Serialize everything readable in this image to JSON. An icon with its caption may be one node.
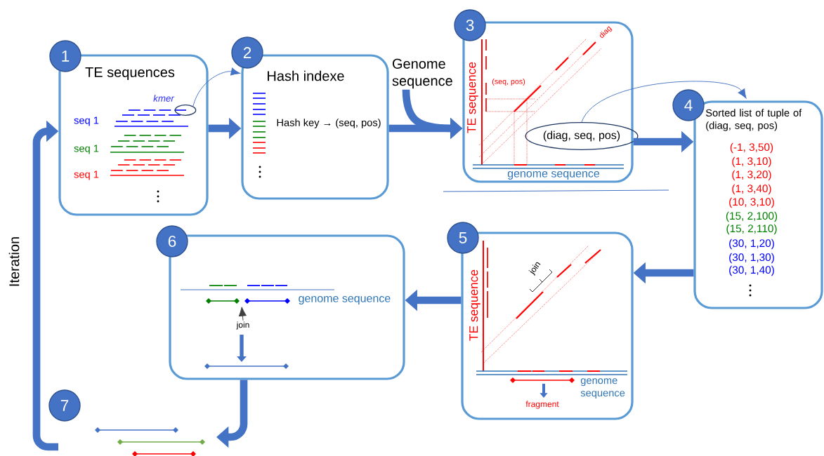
{
  "diagram": {
    "nodes": [
      {
        "text": [
          "TE sequences",
          "kmer",
          "seq 1",
          "seq 1",
          "seq 1"
        ]
      },
      {
        "text": [],
        "shape": "ellipse",
        "in": 0
      },
      {
        "text": [
          "1"
        ]
      },
      {
        "text": [
          "Hash indexe",
          "Hash key → (seq, pos)"
        ]
      },
      {
        "text": [
          "2"
        ]
      },
      {
        "text": [
          "Genome sequence"
        ]
      },
      {
        "text": [
          "TE sequence",
          "(seq, pos)",
          "diag",
          "genome sequence"
        ]
      },
      {
        "text": [
          "3"
        ]
      },
      {
        "text": [
          "(diag, seq, pos)"
        ],
        "in": 6
      },
      {
        "text": [
          "Sorted list of tuple of (diag, seq, pos)",
          "(-1, 3,50)",
          "(1, 3,10)",
          "(1, 3,20)",
          "(1, 3,40)",
          "(10, 3,10)",
          "(15, 2,100)",
          "(15, 2,110)",
          "(30, 1,20)",
          "(30, 1,30)",
          "(30, 1,40)"
        ]
      },
      {
        "text": [
          "4"
        ]
      },
      {
        "text": [
          "TE sequence",
          "join",
          "genome sequence",
          "fragment"
        ]
      },
      {
        "text": [
          "5"
        ]
      },
      {
        "text": [
          "genome sequence"
        ]
      },
      {
        "text": [
          "6"
        ]
      },
      {
        "text": [
          "join"
        ],
        "in": 13
      },
      {
        "text": [
          "7"
        ]
      }
    ],
    "edges": [
      {
        "from": 0,
        "to": 3,
        "arrow": "to"
      },
      {
        "from": 1,
        "to": 3,
        "arrow": "to"
      },
      {
        "from": 3,
        "to": 6,
        "arrow": "to"
      },
      {
        "from": 5,
        "to": 6,
        "arrow": "to"
      },
      {
        "from": 6,
        "to": 9,
        "arrow": "to"
      },
      {
        "from": 8,
        "to": 9,
        "arrow": "to"
      },
      {
        "from": 9,
        "to": 11,
        "arrow": "to"
      },
      {
        "from": 11,
        "to": 13,
        "arrow": "to"
      },
      {
        "from": 13,
        "to": null,
        "arrow": "to"
      },
      {
        "from": null,
        "to": 0,
        "arrow": "to",
        "label": "Iteration"
      },
      {
        "from": 15,
        "to": null,
        "arrow": "to",
        "color": "#404040"
      }
    ]
  }
}
